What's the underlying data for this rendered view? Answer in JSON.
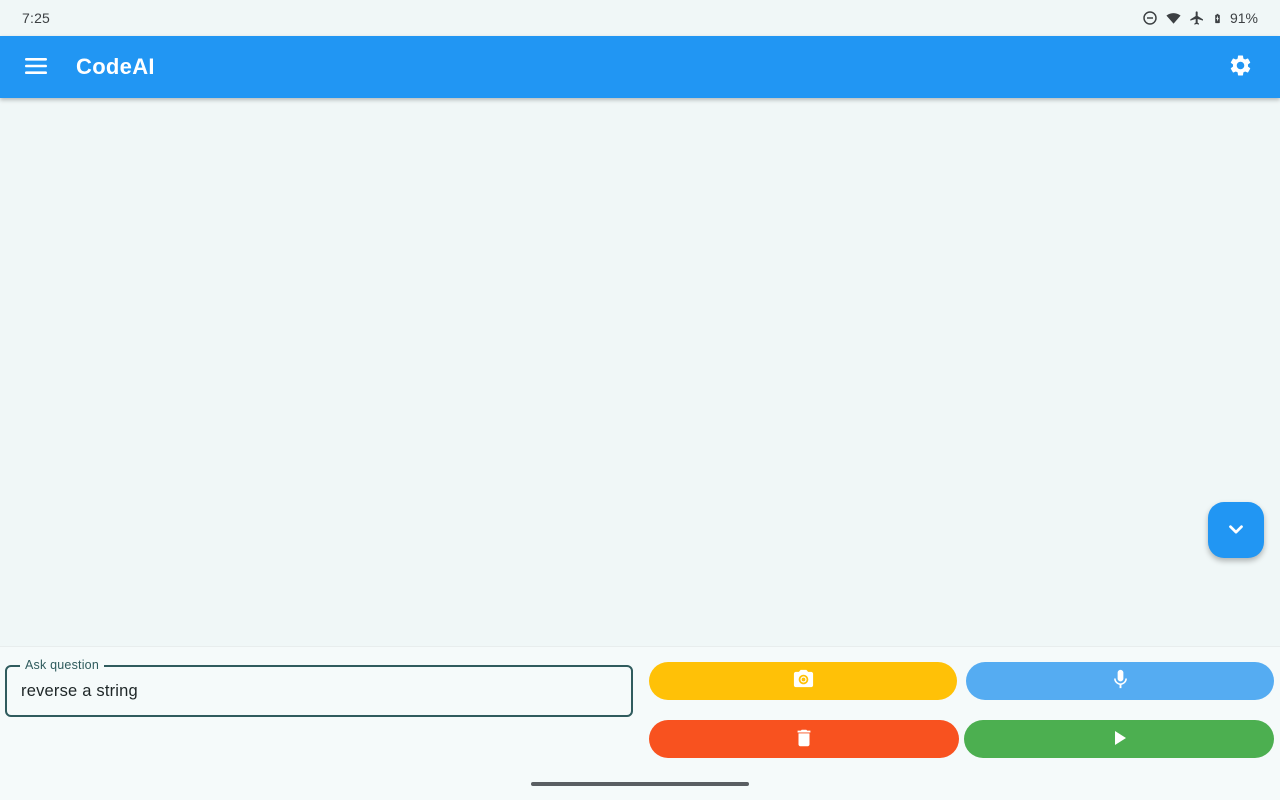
{
  "colors": {
    "background": "#F0F7F7",
    "panel_background": "#F5FAFA",
    "app_bar": "#2196F3",
    "fab": "#2196F3",
    "camera_button": "#FFC107",
    "mic_button": "#55ACF2",
    "delete_button": "#F8521F",
    "run_button": "#4CAF50",
    "field_outline": "#2F5B5D",
    "status_text": "#3C4043"
  },
  "status_bar": {
    "time": "7:25",
    "battery_percent": "91%",
    "icons": [
      "do-not-disturb-icon",
      "wifi-icon",
      "airplane-mode-icon",
      "battery-charging-icon"
    ]
  },
  "app_bar": {
    "title": "CodeAI",
    "menu_icon": "hamburger-menu-icon",
    "settings_icon": "gear-icon"
  },
  "content": {
    "scroll_fab_icon": "chevron-down-icon"
  },
  "ask_field": {
    "label": "Ask question",
    "value": "reverse a string"
  },
  "action_buttons": {
    "camera": {
      "icon": "camera-icon"
    },
    "mic": {
      "icon": "microphone-icon"
    },
    "delete": {
      "icon": "trash-icon"
    },
    "run": {
      "icon": "play-icon"
    }
  },
  "navigation": {
    "gesture_bar": "home-gesture-bar"
  }
}
